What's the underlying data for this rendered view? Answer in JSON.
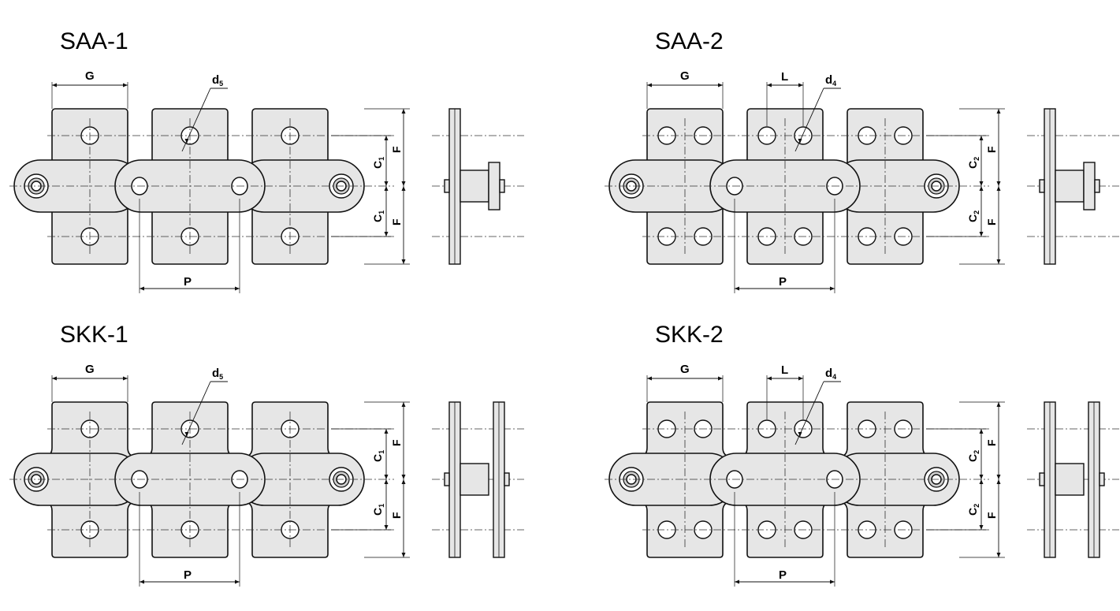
{
  "diagrams": [
    {
      "title": "SAA-1",
      "variant": "single-side",
      "holes_per_lug": 1,
      "labels": {
        "G": "G",
        "P": "P",
        "hole": "d",
        "hole_sub": "5",
        "C": "C",
        "C_sub": "1",
        "F": "F"
      }
    },
    {
      "title": "SAA-2",
      "variant": "single-side",
      "holes_per_lug": 2,
      "labels": {
        "G": "G",
        "P": "P",
        "L": "L",
        "hole": "d",
        "hole_sub": "4",
        "C": "C",
        "C_sub": "2",
        "F": "F"
      }
    },
    {
      "title": "SKK-1",
      "variant": "double-side",
      "holes_per_lug": 1,
      "labels": {
        "G": "G",
        "P": "P",
        "hole": "d",
        "hole_sub": "5",
        "C": "C",
        "C_sub": "1",
        "F": "F"
      }
    },
    {
      "title": "SKK-2",
      "variant": "double-side",
      "holes_per_lug": 2,
      "labels": {
        "G": "G",
        "P": "P",
        "L": "L",
        "hole": "d",
        "hole_sub": "4",
        "C": "C",
        "C_sub": "2",
        "F": "F"
      }
    }
  ],
  "colors": {
    "plate_fill": "#e6e6e6",
    "stroke": "#111111",
    "background": "#ffffff"
  }
}
